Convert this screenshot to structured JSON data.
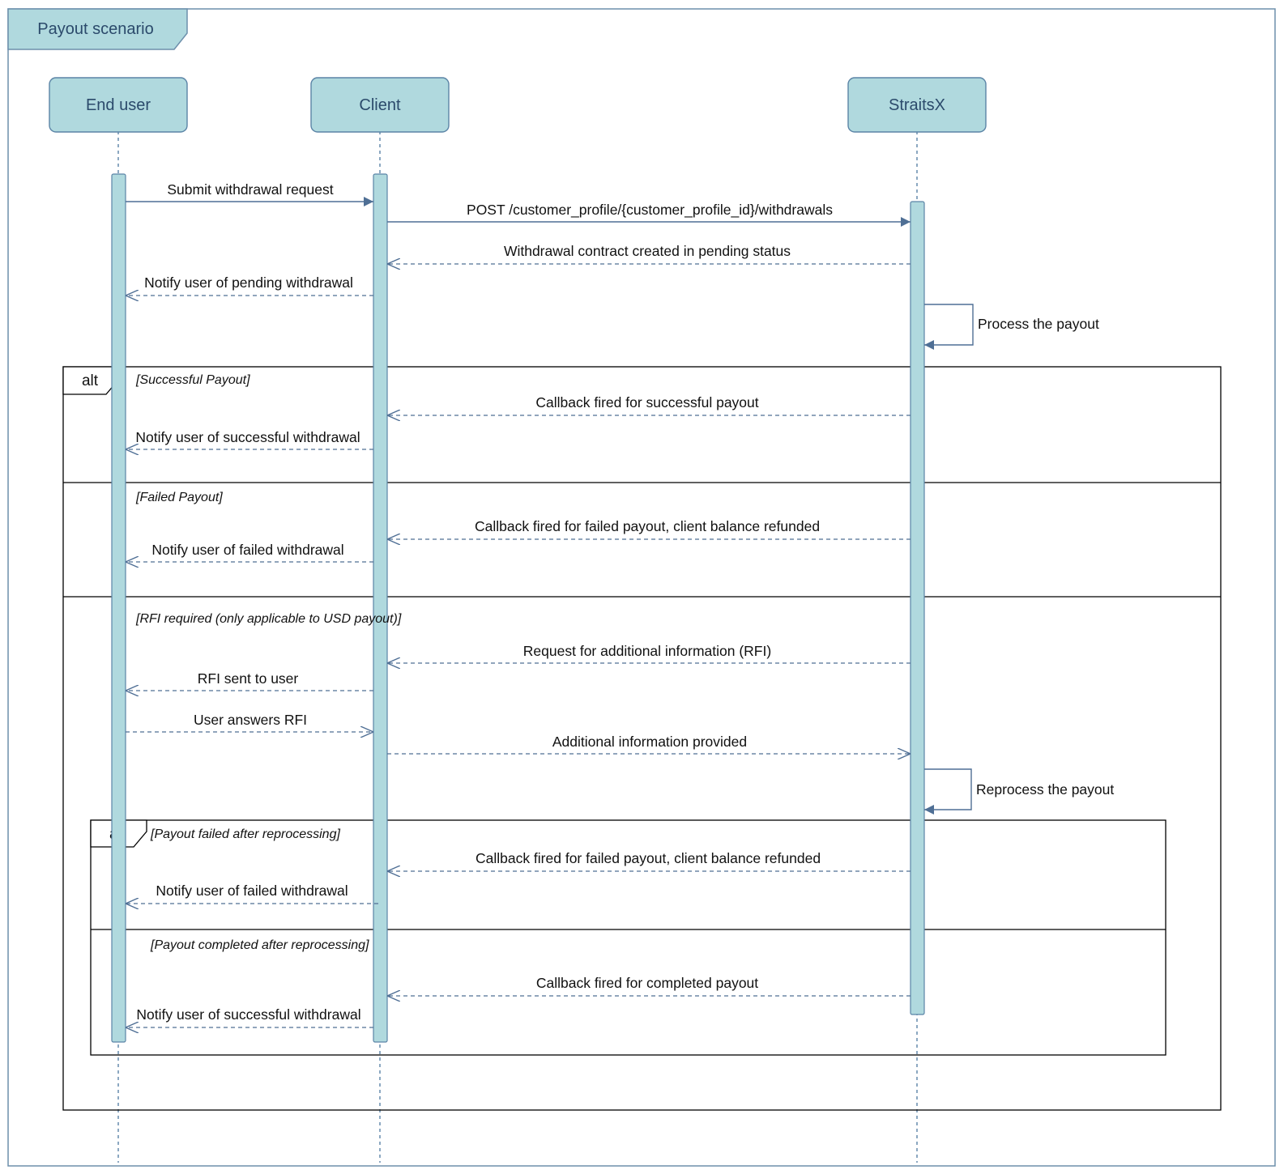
{
  "frame": {
    "title": "Payout scenario"
  },
  "colors": {
    "frame_border": "#6d8fab",
    "actor_fill": "#b0d9de",
    "actor_border": "#5b84a6",
    "activation_fill": "#b0d9de",
    "lifeline": "#4f79a0",
    "arrow": "#4f6f95",
    "box_border": "#000000"
  },
  "participants": [
    {
      "id": "end-user",
      "label": "End user"
    },
    {
      "id": "client",
      "label": "Client"
    },
    {
      "id": "straitsx",
      "label": "StraitsX"
    }
  ],
  "messages": [
    {
      "id": "submit-withdrawal",
      "from": "end-user",
      "to": "client",
      "style": "solid",
      "label": "Submit withdrawal request"
    },
    {
      "id": "post-withdrawals",
      "from": "client",
      "to": "straitsx",
      "style": "solid",
      "label": "POST /customer_profile/{customer_profile_id}/withdrawals"
    },
    {
      "id": "contract-created",
      "from": "straitsx",
      "to": "client",
      "style": "dashed",
      "label": "Withdrawal contract created in pending status"
    },
    {
      "id": "notify-pending",
      "from": "client",
      "to": "end-user",
      "style": "dashed",
      "label": "Notify user of pending withdrawal"
    },
    {
      "id": "process-payout",
      "from": "straitsx",
      "to": "straitsx",
      "style": "self",
      "label": "Process the payout"
    },
    {
      "id": "callback-success",
      "from": "straitsx",
      "to": "client",
      "style": "dashed",
      "label": "Callback fired for successful payout"
    },
    {
      "id": "notify-success",
      "from": "client",
      "to": "end-user",
      "style": "dashed",
      "label": "Notify user of successful withdrawal"
    },
    {
      "id": "callback-failed",
      "from": "straitsx",
      "to": "client",
      "style": "dashed",
      "label": "Callback fired for failed payout, client balance refunded"
    },
    {
      "id": "notify-failed",
      "from": "client",
      "to": "end-user",
      "style": "dashed",
      "label": "Notify user of failed withdrawal"
    },
    {
      "id": "rfi-request",
      "from": "straitsx",
      "to": "client",
      "style": "dashed",
      "label": "Request for additional information (RFI)"
    },
    {
      "id": "rfi-sent",
      "from": "client",
      "to": "end-user",
      "style": "dashed",
      "label": "RFI sent to user"
    },
    {
      "id": "user-answers",
      "from": "end-user",
      "to": "client",
      "style": "dashed",
      "label": "User answers RFI"
    },
    {
      "id": "info-provided",
      "from": "client",
      "to": "straitsx",
      "style": "dashed",
      "label": "Additional information provided"
    },
    {
      "id": "reprocess-payout",
      "from": "straitsx",
      "to": "straitsx",
      "style": "self",
      "label": "Reprocess the payout"
    },
    {
      "id": "callback-failed-2",
      "from": "straitsx",
      "to": "client",
      "style": "dashed",
      "label": "Callback fired for failed payout, client balance refunded"
    },
    {
      "id": "notify-failed-2",
      "from": "client",
      "to": "end-user",
      "style": "dashed",
      "label": "Notify user of failed withdrawal"
    },
    {
      "id": "callback-completed",
      "from": "straitsx",
      "to": "client",
      "style": "dashed",
      "label": "Callback fired for completed payout"
    },
    {
      "id": "notify-success-2",
      "from": "client",
      "to": "end-user",
      "style": "dashed",
      "label": "Notify user of successful withdrawal"
    }
  ],
  "fragments": [
    {
      "id": "alt-outer",
      "operator": "alt",
      "guards": [
        "[Successful Payout]",
        "[Failed Payout]",
        "[RFI required (only applicable to USD payout)]"
      ]
    },
    {
      "id": "alt-inner",
      "operator": "alt",
      "guards": [
        "[Payout failed after reprocessing]",
        "[Payout completed after reprocessing]"
      ]
    }
  ]
}
